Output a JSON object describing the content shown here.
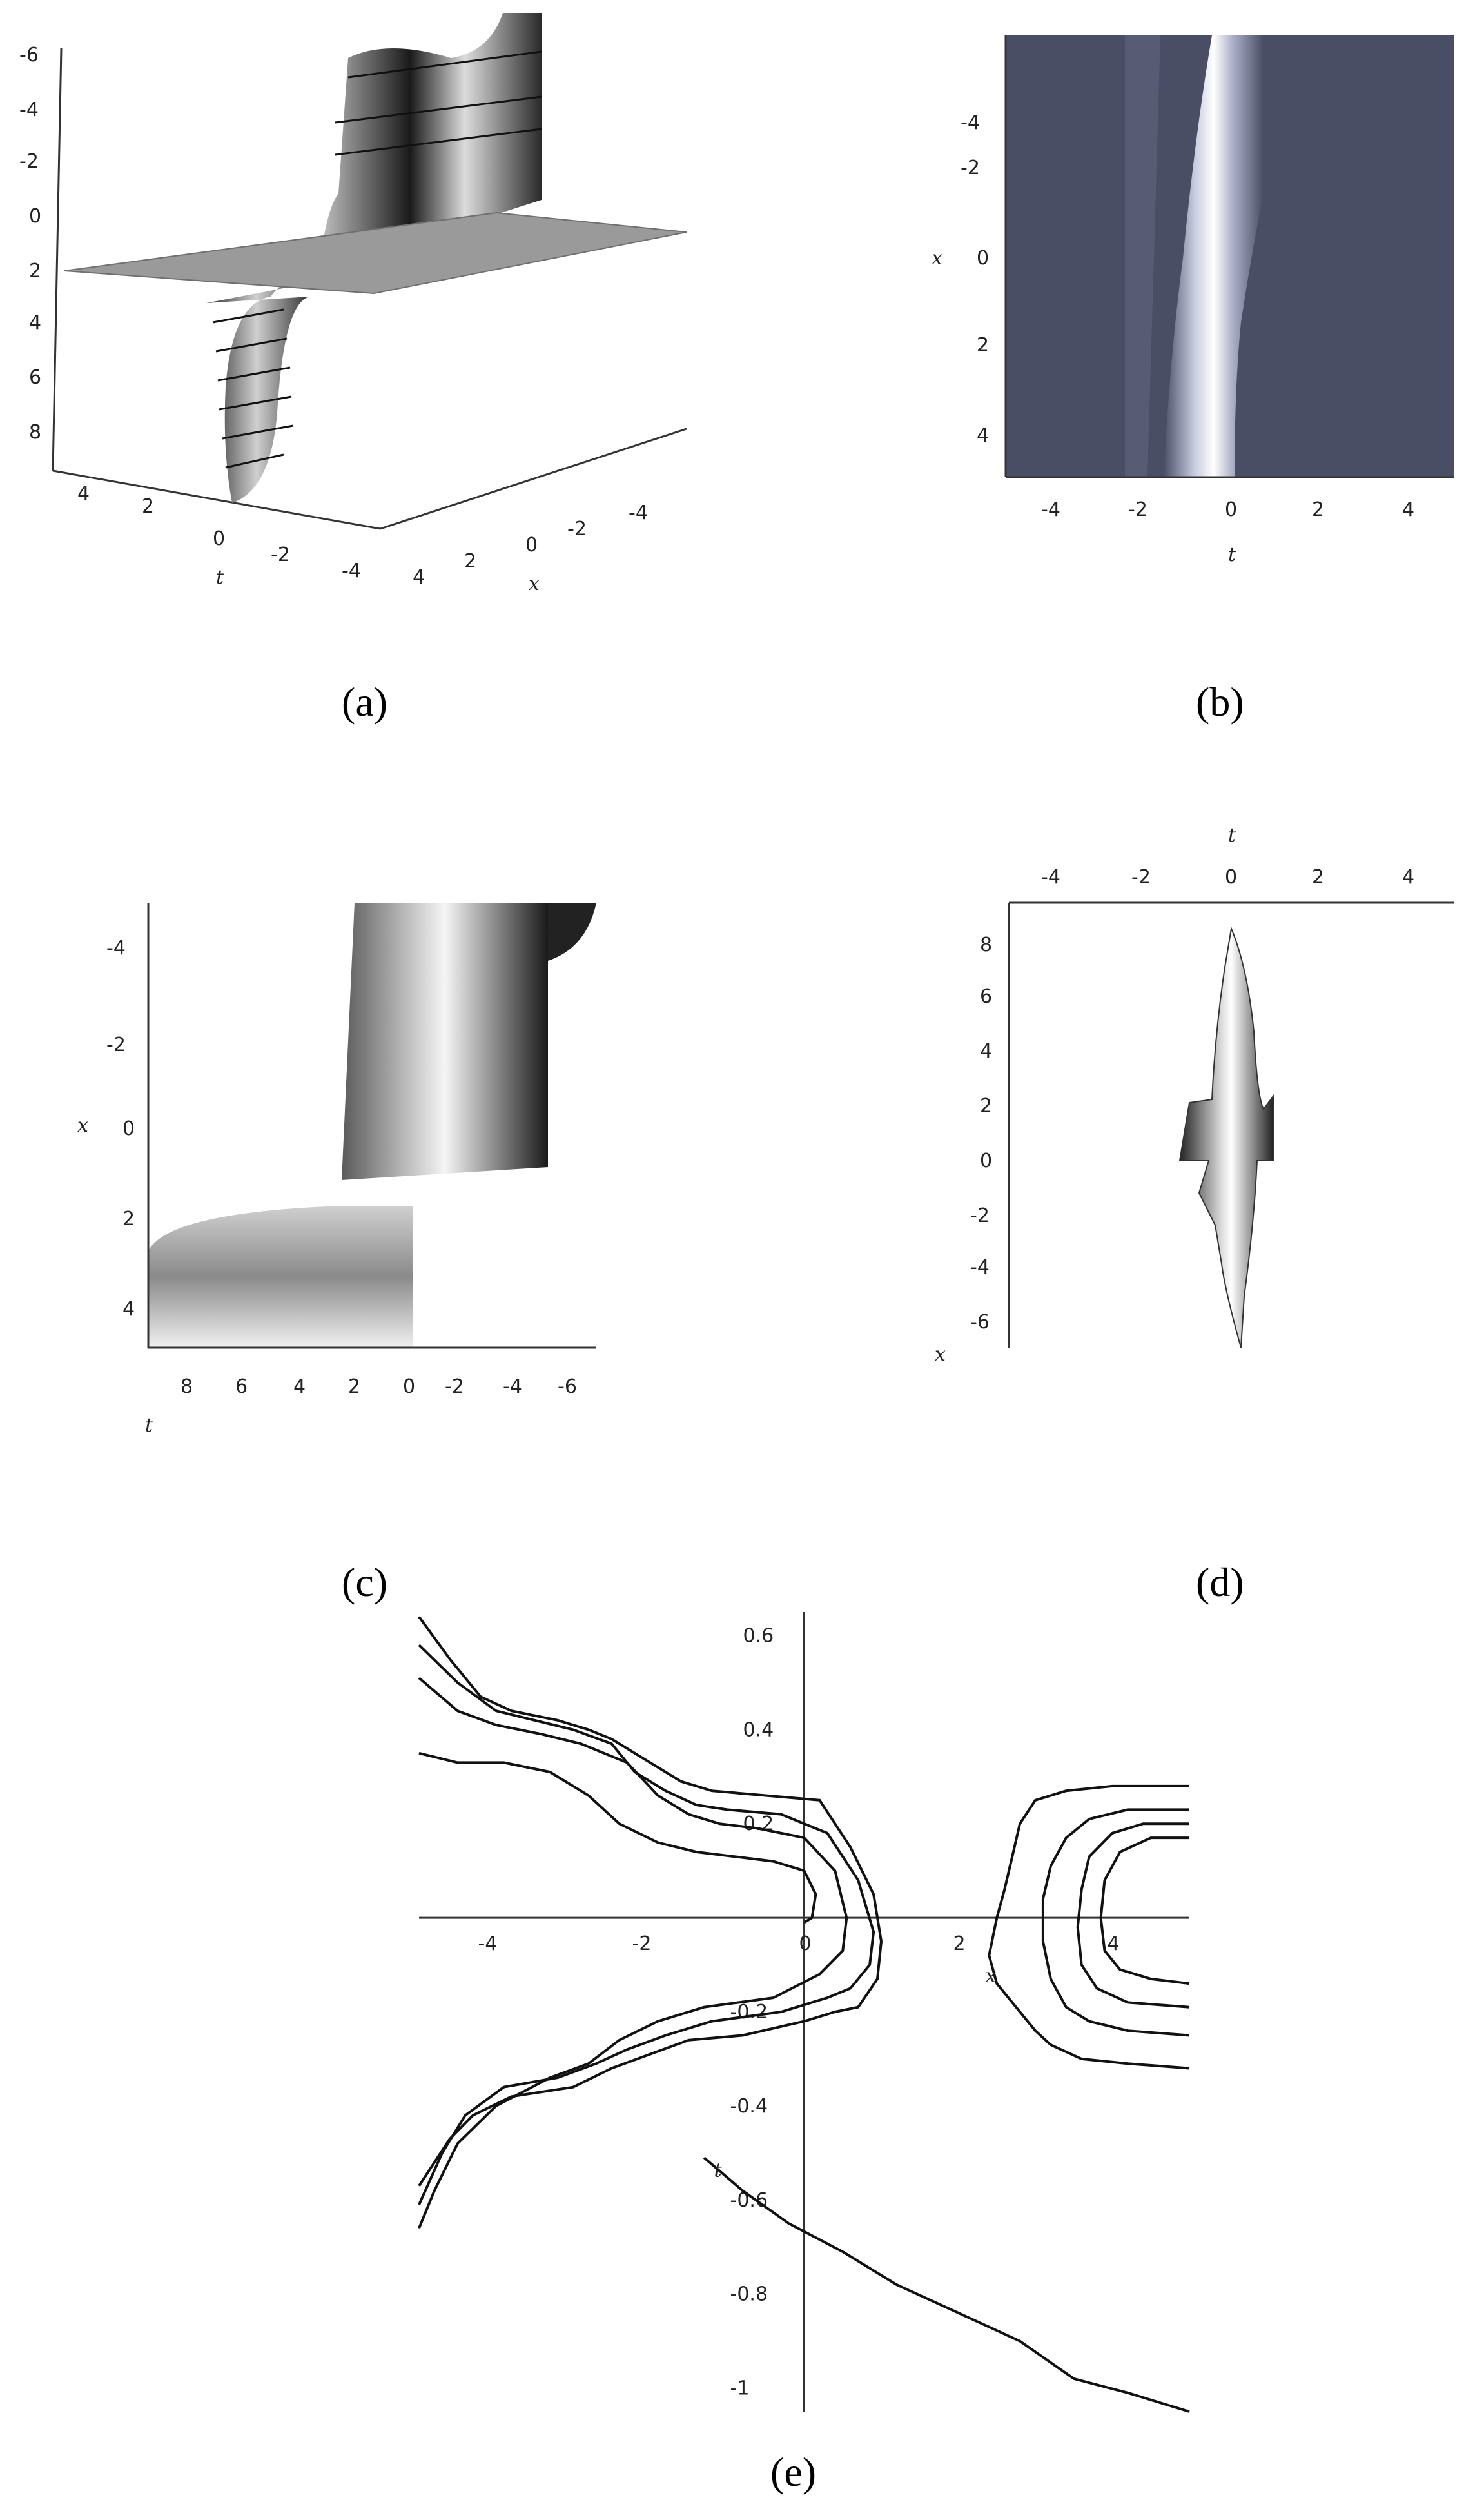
{
  "captions": {
    "a": "(a)",
    "b": "(b)",
    "c": "(c)",
    "d": "(d)",
    "e": "(e)"
  },
  "chart_data": [
    {
      "id": "a",
      "type": "surface3d",
      "xlabel": "x",
      "ylabel": "t",
      "z_ticks": [
        "-6",
        "-4",
        "-2",
        "0",
        "2",
        "4",
        "6",
        "8"
      ],
      "t_ticks": [
        "4",
        "2",
        "0",
        "-2",
        "-4"
      ],
      "x_ticks": [
        "4",
        "2",
        "0",
        "-2",
        "-4"
      ],
      "colors": {
        "surface_light": "#c8c8c8",
        "surface_dark": "#202020",
        "plane": "#9a9a9a"
      }
    },
    {
      "id": "b",
      "type": "heatmap",
      "xlabel": "t",
      "ylabel": "x",
      "x_ticks": [
        "-4",
        "-2",
        "0",
        "2",
        "4"
      ],
      "y_ticks": [
        "-4",
        "-2",
        "0",
        "2",
        "4"
      ],
      "xlim": [
        -5,
        5
      ],
      "ylim": [
        -5,
        5
      ],
      "colors": {
        "background": "#4a4e65",
        "highlight": "#dcdff0"
      }
    },
    {
      "id": "c",
      "type": "surface3d",
      "xlabel": "t",
      "ylabel": "x",
      "x_ticks": [
        "8",
        "6",
        "4",
        "2",
        "0",
        "-2",
        "-4",
        "-6"
      ],
      "y_ticks": [
        "-4",
        "-2",
        "0",
        "2",
        "4"
      ],
      "colors": {
        "surface_light": "#e6e6e6",
        "surface_dark": "#1e1e1e"
      }
    },
    {
      "id": "d",
      "type": "surface3d",
      "xlabel": "t",
      "ylabel": "x",
      "x_ticks": [
        "-4",
        "-2",
        "0",
        "2",
        "4"
      ],
      "y_ticks": [
        "8",
        "6",
        "4",
        "2",
        "0",
        "-2",
        "-4",
        "-6"
      ],
      "colors": {
        "surface_light": "#f0f0f0",
        "surface_dark": "#1a1a1a"
      }
    },
    {
      "id": "e",
      "type": "contour",
      "xlabel": "x",
      "ylabel": "t",
      "x_ticks": [
        "-4",
        "-2",
        "0",
        "2",
        "4"
      ],
      "y_ticks": [
        "0.6",
        "0.4",
        "0.2",
        "-0.2",
        "-0.4",
        "-0.6",
        "-0.8",
        "-1"
      ],
      "xlim": [
        -5,
        5
      ],
      "ylim": [
        -1.05,
        0.65
      ],
      "series": [
        {
          "x": [
            -5,
            -4.6,
            -4.2,
            -3.8,
            -3.2,
            -2.8,
            -2.5,
            -2.0,
            -1.6,
            -1.2,
            -0.5,
            0.2,
            0.6,
            0.9,
            1.0,
            0.95,
            0.7,
            0.4,
            0.0,
            -0.8,
            -1.5,
            -2.0,
            -2.5,
            -3.0,
            -3.8,
            -4.3,
            -4.6,
            -4.8,
            -5.0
          ],
          "y": [
            0.64,
            0.55,
            0.47,
            0.44,
            0.42,
            0.4,
            0.38,
            0.33,
            0.29,
            0.27,
            0.26,
            0.25,
            0.15,
            0.05,
            -0.05,
            -0.13,
            -0.19,
            -0.2,
            -0.22,
            -0.25,
            -0.26,
            -0.29,
            -0.32,
            -0.36,
            -0.38,
            -0.42,
            -0.47,
            -0.52,
            -0.57
          ]
        },
        {
          "x": [
            -5,
            -4.5,
            -4.0,
            -3.5,
            -3.0,
            -2.5,
            -2.2,
            -1.8,
            -1.4,
            -1.0,
            -0.3,
            0.3,
            0.7,
            0.9,
            0.85,
            0.6,
            0.3,
            -0.3,
            -1.2,
            -1.8,
            -2.3,
            -2.7,
            -3.2,
            -3.9,
            -4.4,
            -4.7,
            -5.0
          ],
          "y": [
            0.58,
            0.5,
            0.44,
            0.42,
            0.4,
            0.37,
            0.31,
            0.27,
            0.24,
            0.23,
            0.22,
            0.18,
            0.08,
            -0.03,
            -0.1,
            -0.15,
            -0.17,
            -0.2,
            -0.22,
            -0.25,
            -0.28,
            -0.31,
            -0.34,
            -0.36,
            -0.42,
            -0.5,
            -0.61
          ]
        },
        {
          "x": [
            -5,
            -4.5,
            -4.0,
            -3.4,
            -2.9,
            -2.3,
            -1.9,
            -1.5,
            -1.1,
            -0.6,
            0.0,
            0.4,
            0.55,
            0.5,
            0.2,
            -0.4,
            -1.3,
            -1.9,
            -2.4,
            -2.8,
            -3.3,
            -4.0,
            -4.5,
            -4.8,
            -5.0
          ],
          "y": [
            0.51,
            0.44,
            0.41,
            0.39,
            0.37,
            0.33,
            0.26,
            0.22,
            0.2,
            0.19,
            0.17,
            0.1,
            0.0,
            -0.07,
            -0.12,
            -0.17,
            -0.19,
            -0.22,
            -0.26,
            -0.31,
            -0.34,
            -0.4,
            -0.48,
            -0.58,
            -0.66
          ]
        },
        {
          "x": [
            -5,
            -4.5,
            -3.9,
            -3.3,
            -2.8,
            -2.4,
            -1.9,
            -1.4,
            -0.9,
            -0.4,
            0.0,
            0.15,
            0.1,
            0.0
          ],
          "y": [
            0.35,
            0.33,
            0.33,
            0.31,
            0.26,
            0.2,
            0.16,
            0.14,
            0.13,
            0.12,
            0.1,
            0.05,
            0.0,
            -0.01
          ]
        },
        {
          "x": [
            5.0,
            4.0,
            3.4,
            3.0,
            2.8,
            2.7,
            2.6,
            2.5,
            2.4,
            2.5,
            2.8,
            3.0,
            3.2,
            3.6,
            4.2,
            5.0
          ],
          "y": [
            0.28,
            0.28,
            0.27,
            0.25,
            0.2,
            0.13,
            0.06,
            0.0,
            -0.08,
            -0.14,
            -0.2,
            -0.24,
            -0.27,
            -0.3,
            -0.31,
            -0.32
          ]
        },
        {
          "x": [
            5.0,
            4.2,
            3.7,
            3.4,
            3.2,
            3.1,
            3.1,
            3.2,
            3.4,
            3.7,
            4.2,
            5.0
          ],
          "y": [
            0.23,
            0.23,
            0.21,
            0.17,
            0.11,
            0.04,
            -0.05,
            -0.13,
            -0.19,
            -0.22,
            -0.24,
            -0.25
          ]
        },
        {
          "x": [
            5.0,
            4.4,
            4.0,
            3.7,
            3.6,
            3.55,
            3.6,
            3.8,
            4.2,
            5.0
          ],
          "y": [
            0.2,
            0.2,
            0.18,
            0.13,
            0.06,
            -0.02,
            -0.1,
            -0.15,
            -0.18,
            -0.19
          ]
        },
        {
          "x": [
            5.0,
            4.5,
            4.1,
            3.9,
            3.85,
            3.9,
            4.1,
            4.5,
            5.0
          ],
          "y": [
            0.17,
            0.17,
            0.14,
            0.08,
            0.0,
            -0.07,
            -0.11,
            -0.13,
            -0.14
          ]
        },
        {
          "x": [
            -1.3,
            -0.8,
            -0.2,
            0.5,
            1.2,
            2.0,
            2.8,
            3.5,
            4.2,
            5.0
          ],
          "y": [
            -0.51,
            -0.58,
            -0.65,
            -0.71,
            -0.78,
            -0.84,
            -0.9,
            -0.98,
            -1.01,
            -1.05
          ]
        }
      ]
    }
  ]
}
